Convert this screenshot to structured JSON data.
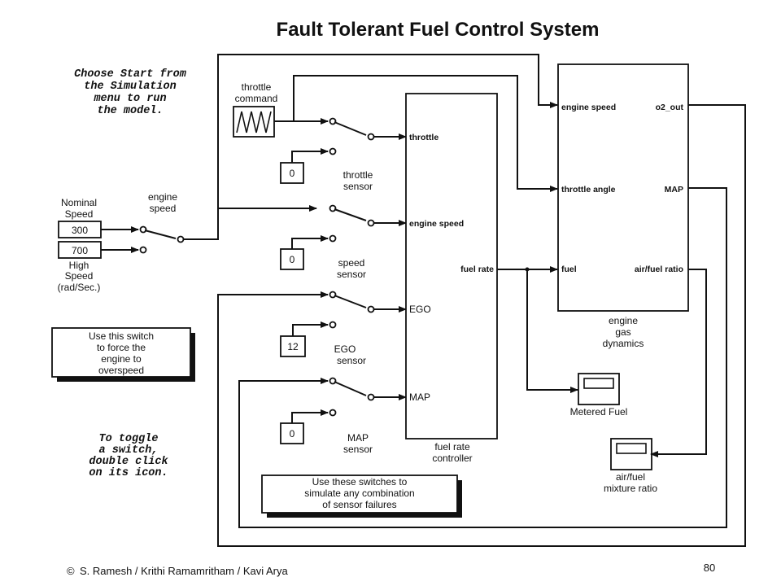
{
  "title": "Fault Tolerant Fuel Control System",
  "instructions": {
    "start": [
      "Choose Start from",
      "the Simulation",
      "menu to run",
      "the model."
    ],
    "toggle": [
      "To toggle",
      "a switch,",
      "double click",
      "on its icon."
    ]
  },
  "notes": {
    "overspeed": [
      "Use this switch",
      "to force the",
      "engine to",
      "overspeed"
    ],
    "sensor_failures": [
      "Use these switches to",
      "simulate any combination",
      "of sensor failures"
    ]
  },
  "blocks": {
    "throttle_command": [
      "throttle",
      "command"
    ],
    "nominal_speed": {
      "label": [
        "Nominal",
        "Speed"
      ],
      "value": "300"
    },
    "high_speed": {
      "label": [
        "High",
        "Speed",
        "(rad/Sec.)"
      ],
      "value": "700"
    },
    "engine_speed_switch": [
      "engine",
      "speed"
    ],
    "throttle_sensor": {
      "value": "0",
      "label": [
        "throttle",
        "sensor"
      ]
    },
    "speed_sensor": {
      "value": "0",
      "label": [
        "speed",
        "sensor"
      ]
    },
    "ego_sensor": {
      "value": "12",
      "label": [
        "EGO",
        "sensor"
      ]
    },
    "map_sensor": {
      "value": "0",
      "label": [
        "MAP",
        "sensor"
      ]
    },
    "controller": {
      "label": [
        "fuel rate",
        "controller"
      ],
      "inputs": [
        "throttle",
        "engine speed",
        "EGO",
        "MAP"
      ],
      "output": "fuel rate"
    },
    "engine": {
      "label": [
        "engine",
        "gas",
        "dynamics"
      ],
      "inputs": [
        "engine speed",
        "throttle angle",
        "fuel"
      ],
      "outputs": [
        "o2_out",
        "MAP",
        "air/fuel ratio"
      ]
    },
    "metered_fuel": "Metered Fuel",
    "airfuel_scope": [
      "air/fuel",
      "mixture ratio"
    ]
  },
  "footer": {
    "copyright": "©",
    "authors": "S. Ramesh  / Krithi Ramamritham  / Kavi Arya",
    "page": "80"
  }
}
